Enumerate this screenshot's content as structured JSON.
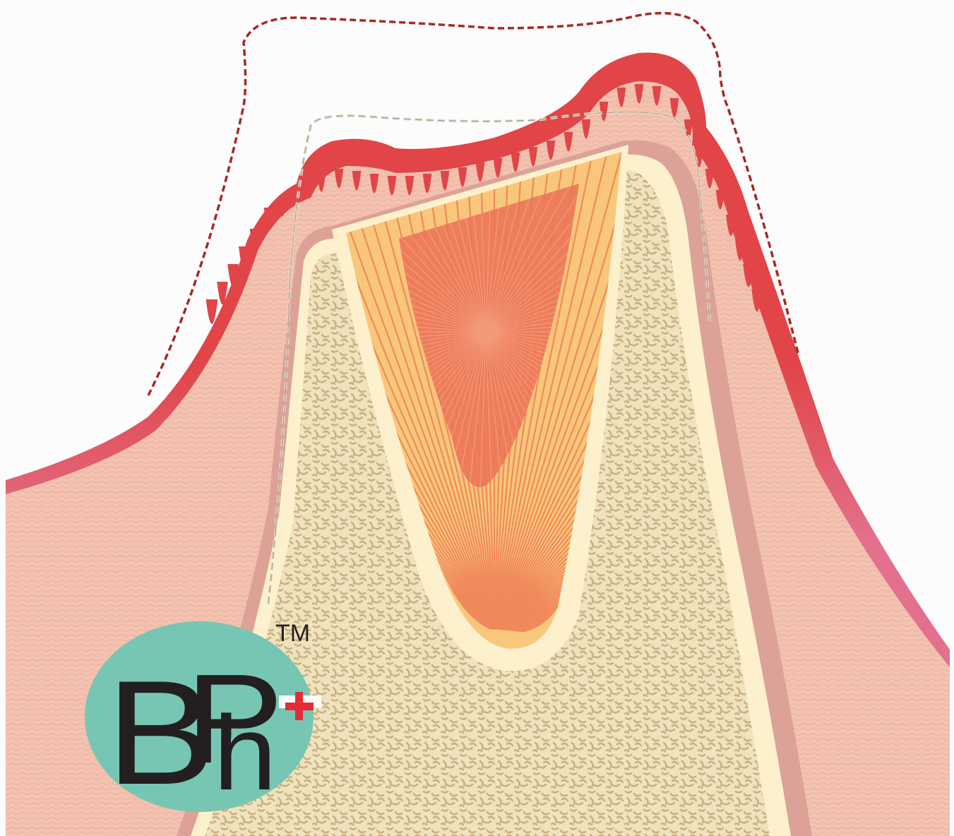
{
  "colors": {
    "background": "#fcfcfd",
    "gingiva_pink": "#f3c2b0",
    "epithelium_red": "#e14547",
    "mucosa_pink": "#e3708c",
    "periosteum": "#dca297",
    "cortical_bone": "#fdf1cd",
    "cancellous_bone": "#efe2bc",
    "trabeculae": "#c7b183",
    "graft_outer": "#f9c77c",
    "graft_fibers": "#f08a5a",
    "graft_core": "#ec7658",
    "outline_dashed_dark": "#a52a22",
    "outline_dashed_light": "#e8dcc1",
    "logo_teal": "#76c6b3",
    "logo_black": "#231f20",
    "logo_red": "#e32c35"
  },
  "logo": {
    "letter_b": "B",
    "letter_p": "P",
    "letter_h": "h",
    "plus_icon": "plus-icon",
    "trademark": "TM"
  }
}
